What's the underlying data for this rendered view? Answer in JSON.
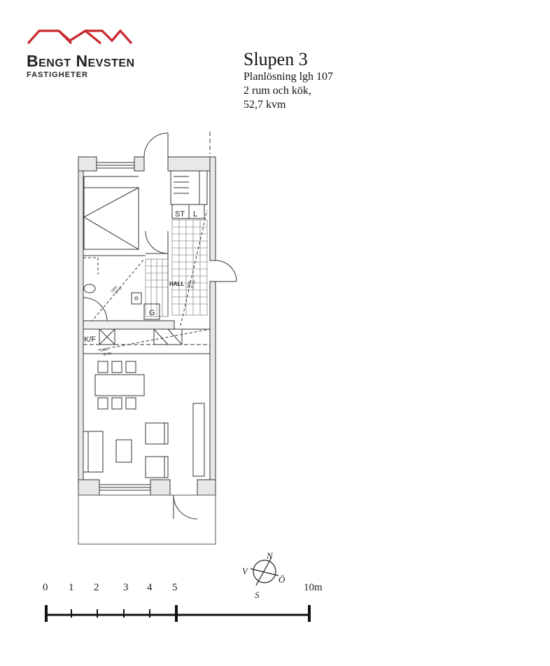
{
  "logo": {
    "name": "Bengt Nevsten",
    "sub": "FASTIGHETER",
    "roof_color": "#c8272d"
  },
  "header": {
    "title": "Slupen 3",
    "line1": "Planlösning lgh 107",
    "line2": "2  rum och kök,",
    "line3": "52,7 kvm"
  },
  "plan": {
    "labels": {
      "hall": "HALL",
      "st": "ST",
      "l": "L",
      "g": "G",
      "kf": "K/F"
    },
    "dims": {
      "d1": "2400",
      "d1b": "El 30",
      "d2": "2400",
      "d2b": "El 30",
      "d3": "2400",
      "d3b": "El 30"
    }
  },
  "compass": {
    "n": "N",
    "s": "S",
    "v": "V",
    "o": "Ö"
  },
  "scale": {
    "ticks": [
      "0",
      "1",
      "2",
      "3",
      "4",
      "5"
    ],
    "end": "10m"
  }
}
